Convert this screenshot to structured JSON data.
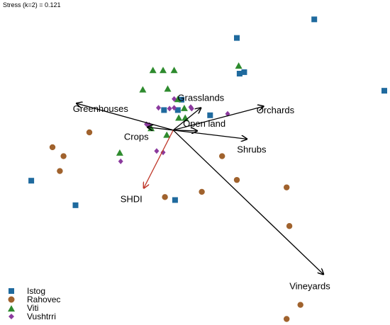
{
  "chart_data": {
    "type": "scatter",
    "title": "",
    "xlabel": "",
    "ylabel": "",
    "xlim": [
      -2.0,
      2.0
    ],
    "ylim": [
      -2.0,
      2.0
    ],
    "grid": false,
    "legend_position": "bottom-left",
    "stress_label": "Stress (k=2) = 0.121",
    "series": [
      {
        "name": "Istog",
        "marker": "square",
        "color": "#1f6a9e",
        "points": [
          [
            1.24,
            1.93
          ],
          [
            0.4,
            1.68
          ],
          [
            0.43,
            1.2
          ],
          [
            0.48,
            1.22
          ],
          [
            2.0,
            0.97
          ],
          [
            -0.2,
            0.85
          ],
          [
            -0.39,
            0.71
          ],
          [
            -0.24,
            0.71
          ],
          [
            0.11,
            0.64
          ],
          [
            -1.83,
            -0.24
          ],
          [
            -1.35,
            -0.57
          ],
          [
            -0.27,
            -0.5
          ]
        ]
      },
      {
        "name": "Rahovec",
        "marker": "circle",
        "color": "#a0622d",
        "points": [
          [
            -1.2,
            0.41
          ],
          [
            -1.6,
            0.21
          ],
          [
            -1.48,
            0.09
          ],
          [
            -1.52,
            -0.11
          ],
          [
            0.24,
            0.09
          ],
          [
            0.4,
            -0.23
          ],
          [
            0.94,
            -0.33
          ],
          [
            0.02,
            -0.39
          ],
          [
            -0.38,
            -0.46
          ],
          [
            0.97,
            -0.85
          ],
          [
            1.09,
            -1.91
          ],
          [
            0.94,
            -2.1
          ]
        ]
      },
      {
        "name": "Viti",
        "marker": "triangle",
        "color": "#2e8b2e",
        "points": [
          [
            -0.51,
            1.24
          ],
          [
            -0.4,
            1.24
          ],
          [
            -0.28,
            1.24
          ],
          [
            0.42,
            1.3
          ],
          [
            -0.62,
            0.98
          ],
          [
            -0.35,
            0.99
          ],
          [
            -0.24,
            0.85
          ],
          [
            -0.17,
            0.73
          ],
          [
            -0.16,
            0.6
          ],
          [
            -0.23,
            0.6
          ],
          [
            -0.53,
            0.46
          ],
          [
            -0.36,
            0.37
          ],
          [
            -0.87,
            0.13
          ]
        ]
      },
      {
        "name": "Vushtrri",
        "marker": "diamond",
        "color": "#8b3a9e",
        "points": [
          [
            -0.33,
            0.73
          ],
          [
            -0.28,
            0.74
          ],
          [
            -0.1,
            0.75
          ],
          [
            -0.28,
            0.86
          ],
          [
            -0.45,
            0.74
          ],
          [
            -0.58,
            0.52
          ],
          [
            -0.55,
            0.51
          ],
          [
            -0.47,
            0.16
          ],
          [
            -0.4,
            0.14
          ],
          [
            -0.86,
            0.02
          ],
          [
            0.3,
            0.66
          ],
          [
            -0.09,
            0.73
          ]
        ]
      }
    ],
    "vectors": [
      {
        "label": "Grasslands",
        "x": 0.01,
        "y": 0.74,
        "color": "#000000"
      },
      {
        "label": "Greenhouses",
        "x": -1.34,
        "y": 0.8,
        "color": "#000000"
      },
      {
        "label": "Orchards",
        "x": 0.69,
        "y": 0.76,
        "color": "#000000"
      },
      {
        "label": "Open land",
        "x": -0.03,
        "y": 0.43,
        "color": "#000000"
      },
      {
        "label": "Crops",
        "x": -0.57,
        "y": 0.48,
        "color": "#000000"
      },
      {
        "label": "Shrubs",
        "x": 0.51,
        "y": 0.32,
        "color": "#000000"
      },
      {
        "label": "SHDI",
        "x": -0.61,
        "y": -0.34,
        "color": "#c0392b"
      },
      {
        "label": "Vineyards",
        "x": 1.34,
        "y": -1.5,
        "color": "#000000"
      }
    ],
    "vector_origin": [
      -0.29,
      0.44
    ]
  }
}
